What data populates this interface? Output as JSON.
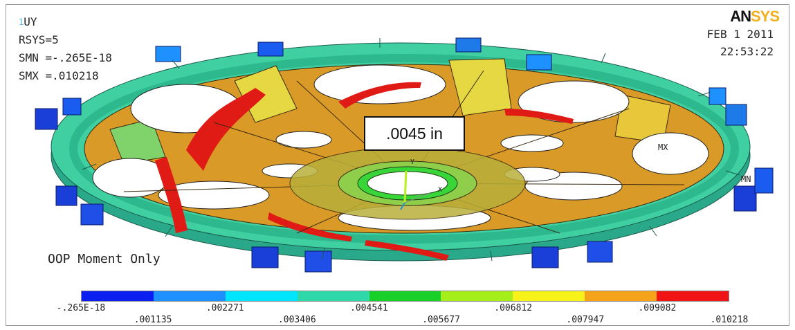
{
  "header": {
    "window_number": "1",
    "quantity": "UY",
    "rsys": "RSYS=5",
    "smn": "SMN =-.265E-18",
    "smx": "SMX =.010218"
  },
  "datetime": {
    "date": "FEB  1 2011",
    "time": "22:53:22"
  },
  "logo": {
    "part1": "AN",
    "part2": "SYS",
    "primary_color": "#111111",
    "accent_color": "#f2b01e"
  },
  "callout": ".0045 in",
  "caption": "OOP Moment Only",
  "markers": {
    "mx": "MX",
    "mn": "MN",
    "axis_y": "Y",
    "axis_x": "X"
  },
  "legend": {
    "colors": [
      "#0a1ff0",
      "#1e90ff",
      "#00e5ff",
      "#2fd8a8",
      "#19d02a",
      "#a6ee1a",
      "#f6f21a",
      "#f5a31a",
      "#f01414"
    ],
    "ticks_top": [
      "-.265E-18",
      ".002271",
      ".004541",
      ".006812",
      ".009082"
    ],
    "ticks_bottom": [
      ".001135",
      ".003406",
      ".005677",
      ".007947",
      ".010218"
    ]
  }
}
